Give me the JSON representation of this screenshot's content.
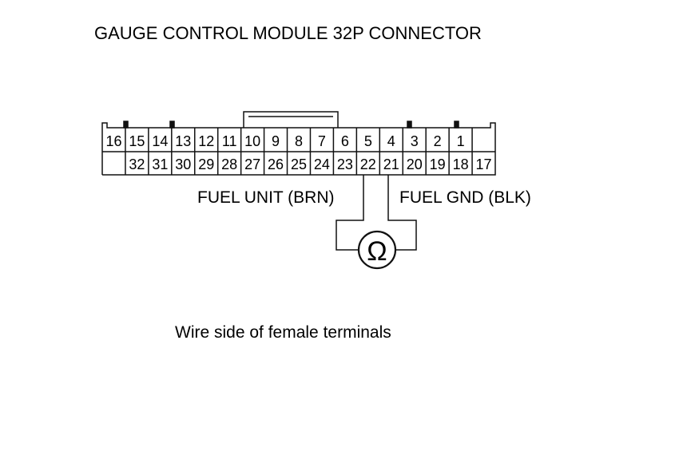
{
  "diagram": {
    "title": "GAUGE CONTROL MODULE 32P CONNECTOR",
    "top_row_pins": [
      "16",
      "15",
      "14",
      "13",
      "12",
      "11",
      "10",
      "9",
      "8",
      "7",
      "6",
      "5",
      "4",
      "3",
      "2",
      "1"
    ],
    "bottom_row_pins": [
      "",
      "32",
      "31",
      "30",
      "29",
      "28",
      "27",
      "26",
      "25",
      "24",
      "23",
      "22",
      "21",
      "20",
      "19",
      "18",
      "17"
    ],
    "left_probe_label": "FUEL UNIT (BRN)",
    "right_probe_label": "FUEL GND (BLK)",
    "meter_symbol": "Ω",
    "meter_icon": "ohmmeter-icon",
    "note": "Wire side of female terminals"
  }
}
